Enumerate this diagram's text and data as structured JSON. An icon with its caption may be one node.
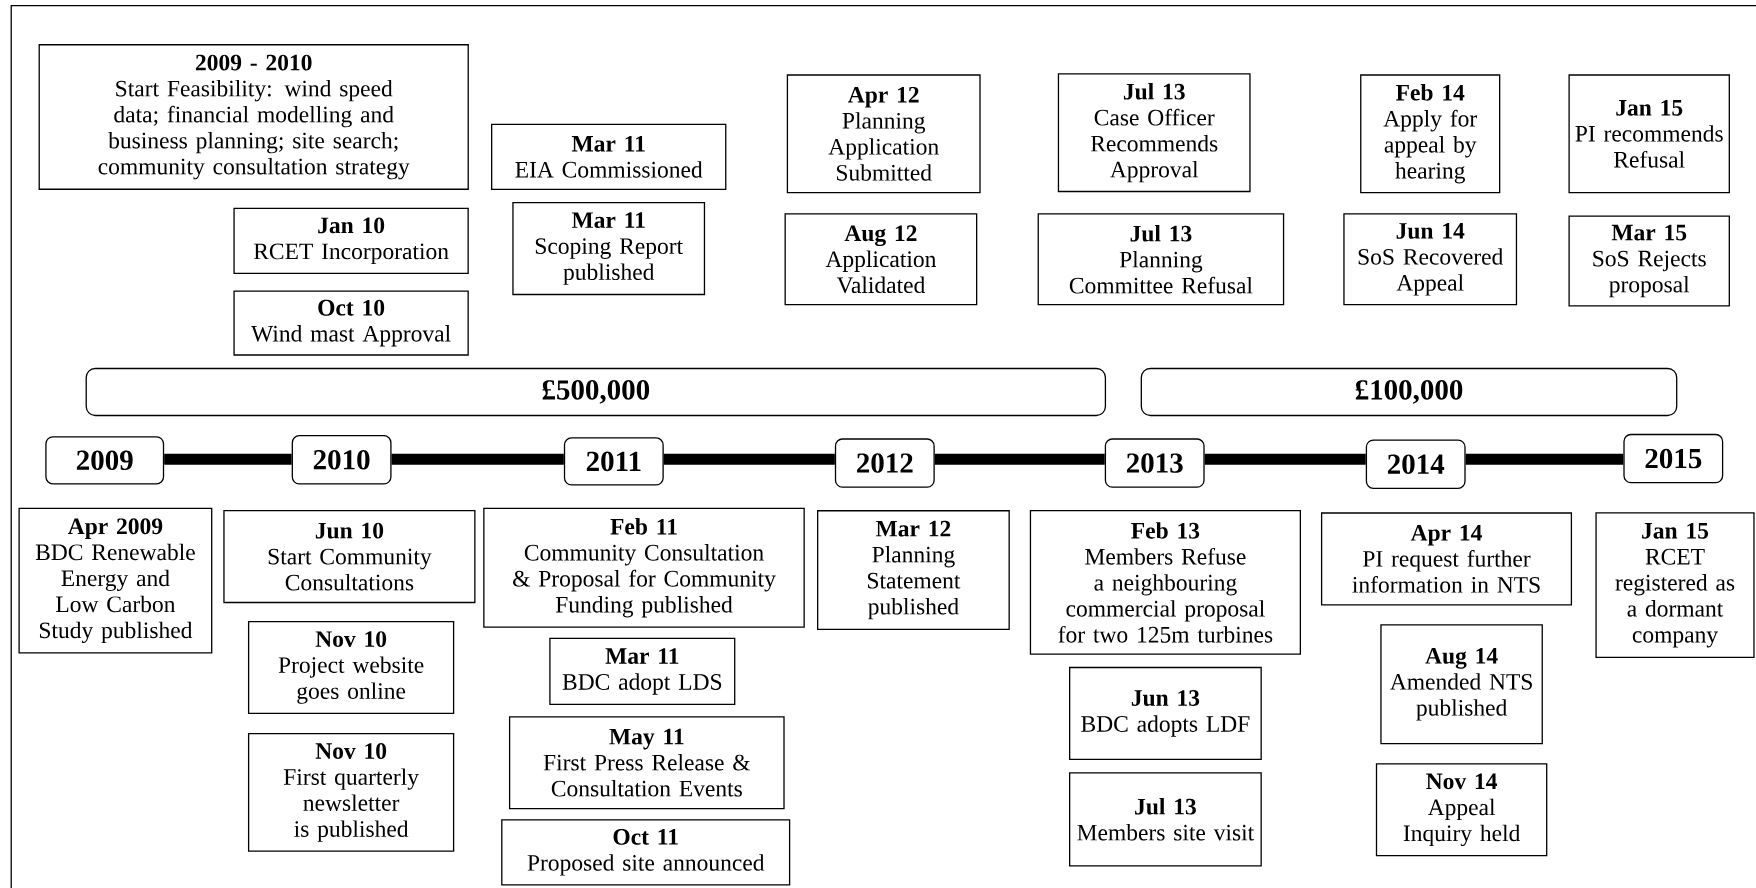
{
  "diagram": {
    "nodes": [
      {
        "text": [
          "2009 - 2010",
          "Start Feasibility: wind speed data; financial modelling and business planning; site search; community consultation strategy"
        ]
      },
      {
        "text": [
          "Jan 10",
          "RCET Incorporation"
        ]
      },
      {
        "text": [
          "Oct 10",
          "Wind mast Approval"
        ]
      },
      {
        "text": [
          "Mar 11",
          "EIA Commissioned"
        ]
      },
      {
        "text": [
          "Mar 11",
          "Scoping Report published"
        ]
      },
      {
        "text": [
          "Apr 12",
          "Planning Application Submitted"
        ]
      },
      {
        "text": [
          "Aug 12",
          "Application Validated"
        ]
      },
      {
        "text": [
          "Jul 13",
          "Case Officer Recommends Approval"
        ]
      },
      {
        "text": [
          "Jul 13",
          "Planning Committee Refusal"
        ]
      },
      {
        "text": [
          "Feb 14",
          "Apply for appeal by hearing"
        ]
      },
      {
        "text": [
          "Jun 14",
          "SoS Recovered Appeal"
        ]
      },
      {
        "text": [
          "Jan 15",
          "PI recommends Refusal"
        ]
      },
      {
        "text": [
          "Mar 15",
          "SoS Rejects proposal"
        ]
      },
      {
        "text": [
          "£500,000"
        ]
      },
      {
        "text": [
          "£100,000"
        ]
      },
      {
        "text": [
          "2009"
        ]
      },
      {
        "text": [
          "2010"
        ]
      },
      {
        "text": [
          "2011"
        ]
      },
      {
        "text": [
          "2012"
        ]
      },
      {
        "text": [
          "2013"
        ]
      },
      {
        "text": [
          "2014"
        ]
      },
      {
        "text": [
          "2015"
        ]
      },
      {
        "text": [
          "Apr 2009",
          "BDC Renewable Energy and Low Carbon Study published"
        ]
      },
      {
        "text": [
          "Jun 10",
          "Start Community Consultations"
        ]
      },
      {
        "text": [
          "Nov 10",
          "Project website goes online"
        ]
      },
      {
        "text": [
          "Nov 10",
          "First quarterly newsletter is published"
        ]
      },
      {
        "text": [
          "Feb 11",
          "Community Consultation & Proposal for Community Funding published"
        ]
      },
      {
        "text": [
          "Mar 11",
          "BDC adopt LDS"
        ]
      },
      {
        "text": [
          "May 11",
          "First Press Release & Consultation Events"
        ]
      },
      {
        "text": [
          "Oct 11",
          "Proposed site announced"
        ]
      },
      {
        "text": [
          "Mar 12",
          "Planning Statement published"
        ]
      },
      {
        "text": [
          "Feb 13",
          "Members Refuse a neighbouring commercial proposal for two 125m turbines"
        ]
      },
      {
        "text": [
          "Jun 13",
          "BDC adopts LDF"
        ]
      },
      {
        "text": [
          "Jul 13",
          "Members site visit"
        ]
      },
      {
        "text": [
          "Apr 14",
          "PI request further information in NTS"
        ]
      },
      {
        "text": [
          "Aug 14",
          "Amended NTS published"
        ]
      },
      {
        "text": [
          "Nov 14",
          "Appeal Inquiry held"
        ]
      },
      {
        "text": [
          "Jan 15",
          "RCET registered as a dormant company"
        ]
      }
    ],
    "edges": [
      {
        "from": 15,
        "to": 16,
        "arrow": "none"
      },
      {
        "from": 16,
        "to": 17,
        "arrow": "none"
      },
      {
        "from": 17,
        "to": 18,
        "arrow": "none"
      },
      {
        "from": 18,
        "to": 19,
        "arrow": "none"
      },
      {
        "from": 19,
        "to": 20,
        "arrow": "none"
      },
      {
        "from": 20,
        "to": 21,
        "arrow": "none"
      }
    ]
  }
}
